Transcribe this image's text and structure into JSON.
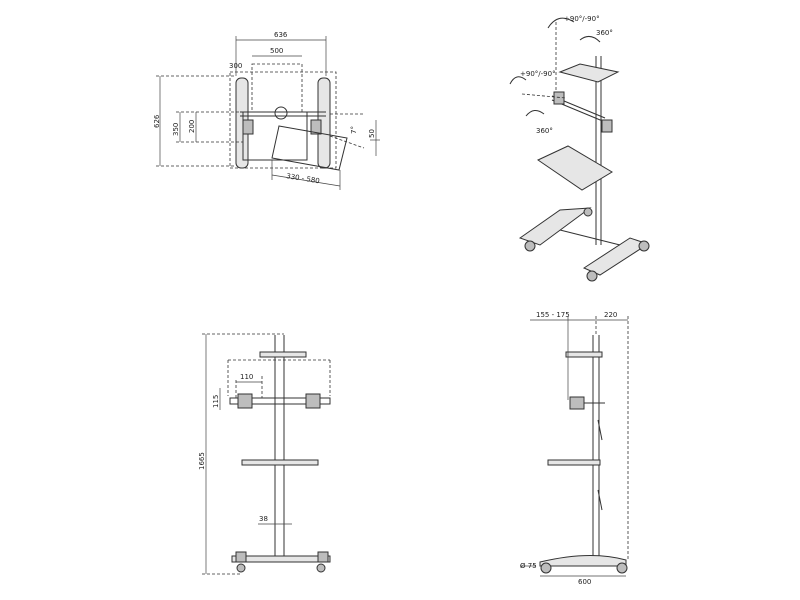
{
  "views": {
    "top": {
      "dim_636": "636",
      "dim_500": "500",
      "dim_300_top": "300",
      "dim_626": "626",
      "dim_350": "350",
      "dim_200": "200",
      "dim_7": "7°",
      "dim_50": "50",
      "dim_330_580": "330 - 580"
    },
    "iso": {
      "rot_top": "+90°/-90°",
      "rot_360_top": "360°",
      "rot_left": "+90°/-90°",
      "rot_360_bottom": "360°"
    },
    "front": {
      "dim_1665": "1665",
      "dim_110": "110",
      "dim_115": "115",
      "dim_38": "38"
    },
    "side": {
      "dim_155_175": "155 - 175",
      "dim_220": "220",
      "dim_75": "Ø 75",
      "dim_600": "600"
    }
  }
}
